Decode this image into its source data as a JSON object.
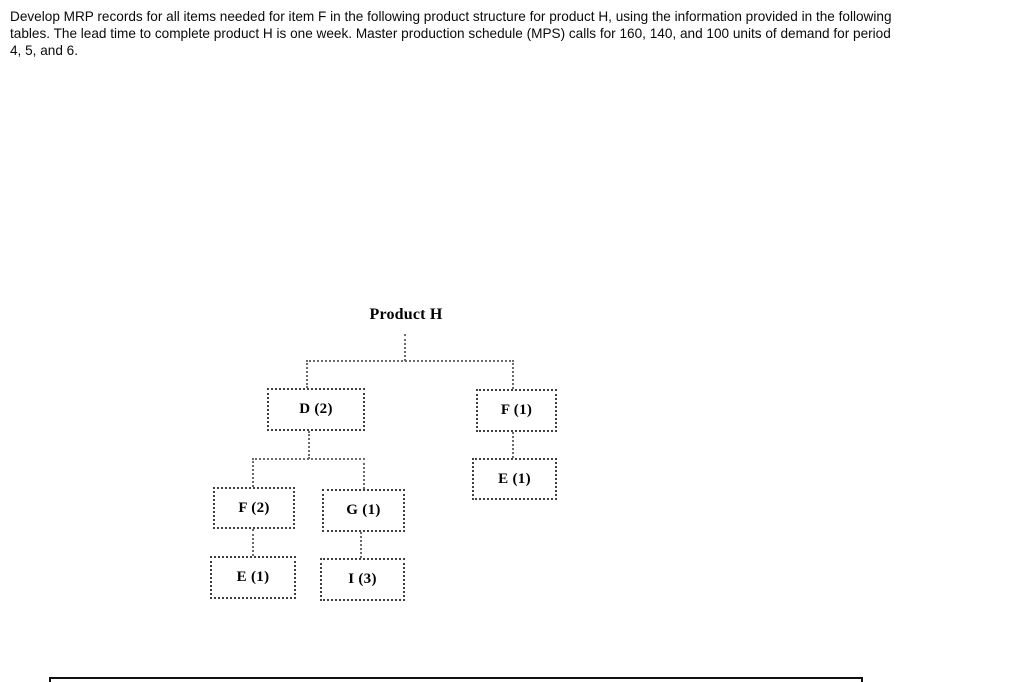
{
  "problem": {
    "lines": [
      "Develop MRP records for all items needed for item F in the following product structure for product H, using the information provided in the following",
      "tables. The lead time to complete product H is one week. Master production schedule (MPS) calls for 160, 140, and 100 units of demand for period",
      "4, 5, and 6."
    ]
  },
  "diagram": {
    "title": "Product H",
    "nodes": {
      "d": {
        "label": "D (2)"
      },
      "f1": {
        "label": "F (1)"
      },
      "e1": {
        "label": "E (1)"
      },
      "f2": {
        "label": "F (2)"
      },
      "g": {
        "label": "G (1)"
      },
      "e2": {
        "label": "E (1)"
      },
      "i": {
        "label": "I (3)"
      }
    },
    "edges": [
      "Product H -> D (2)",
      "Product H -> F (1)",
      "D (2) -> F (2)",
      "D (2) -> G (1)",
      "F (1) -> E (1)",
      "F (2) -> E (1)",
      "G (1) -> I (3)"
    ]
  },
  "colors": {
    "background": "#ffffff",
    "text": "#000000",
    "box_border": "#3f3f3f",
    "connector": "#6b6b6b",
    "table_border": "#111111"
  }
}
